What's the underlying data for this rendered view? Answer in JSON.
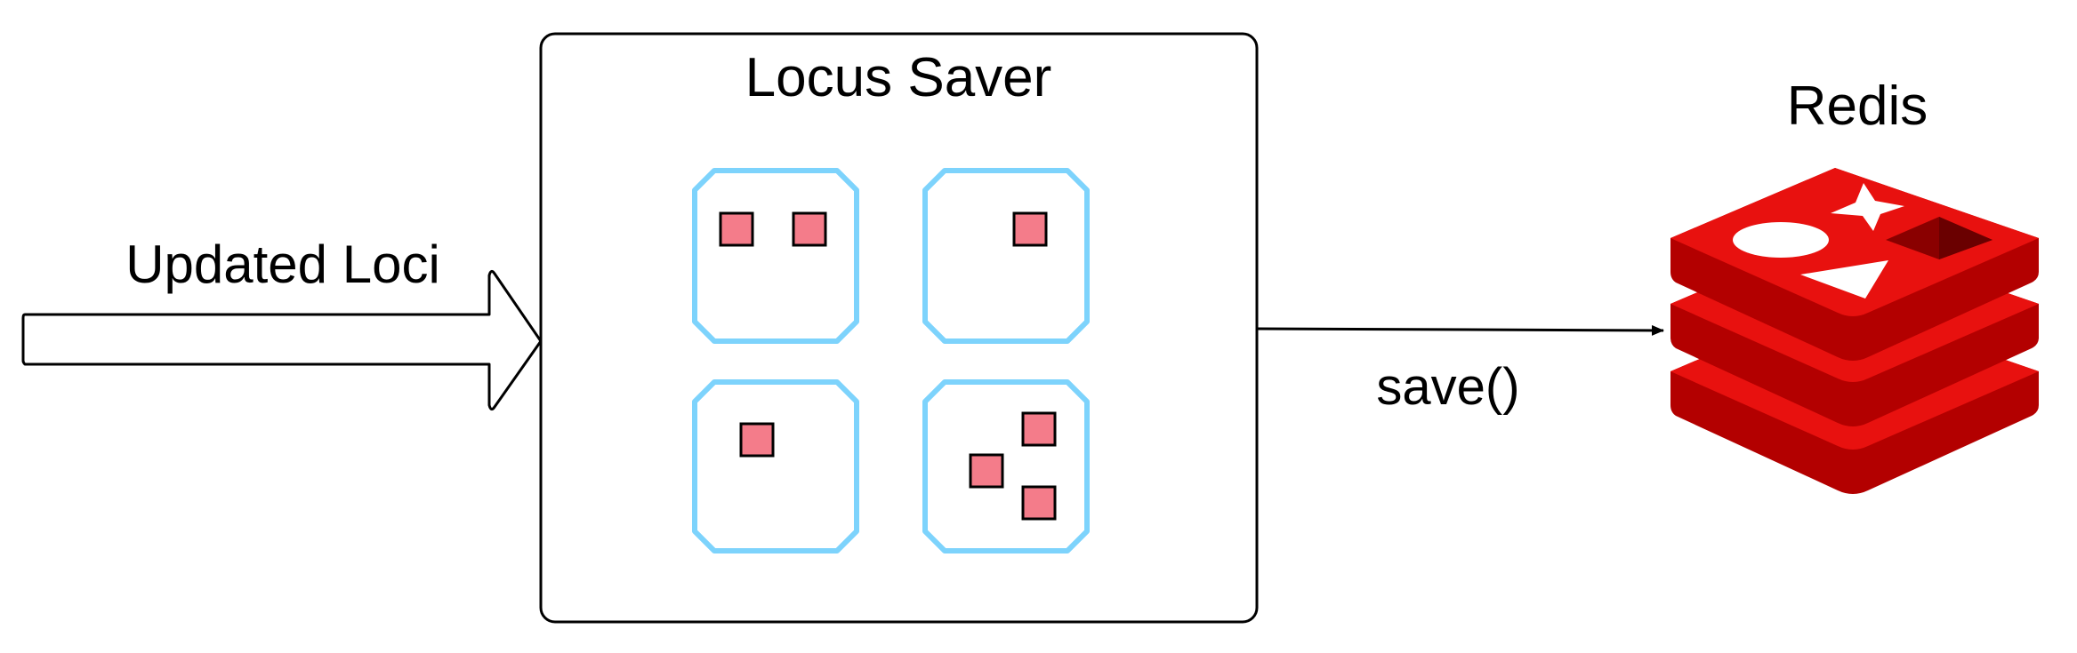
{
  "input_arrow": {
    "label": "Updated Loci"
  },
  "saver": {
    "title": "Locus Saver",
    "cells": [
      {
        "id": "cell-1",
        "item_count": 2
      },
      {
        "id": "cell-2",
        "item_count": 1
      },
      {
        "id": "cell-3",
        "item_count": 1
      },
      {
        "id": "cell-4",
        "item_count": 3
      }
    ]
  },
  "connector": {
    "label": "save()"
  },
  "datastore": {
    "label": "Redis",
    "icon": "redis-logo-icon"
  },
  "colors": {
    "cell_border": "#7dd3fc",
    "item_fill": "#f47c8a",
    "redis_top": "#e8110f",
    "redis_side": "#b30000",
    "redis_dark": "#8a0000"
  }
}
